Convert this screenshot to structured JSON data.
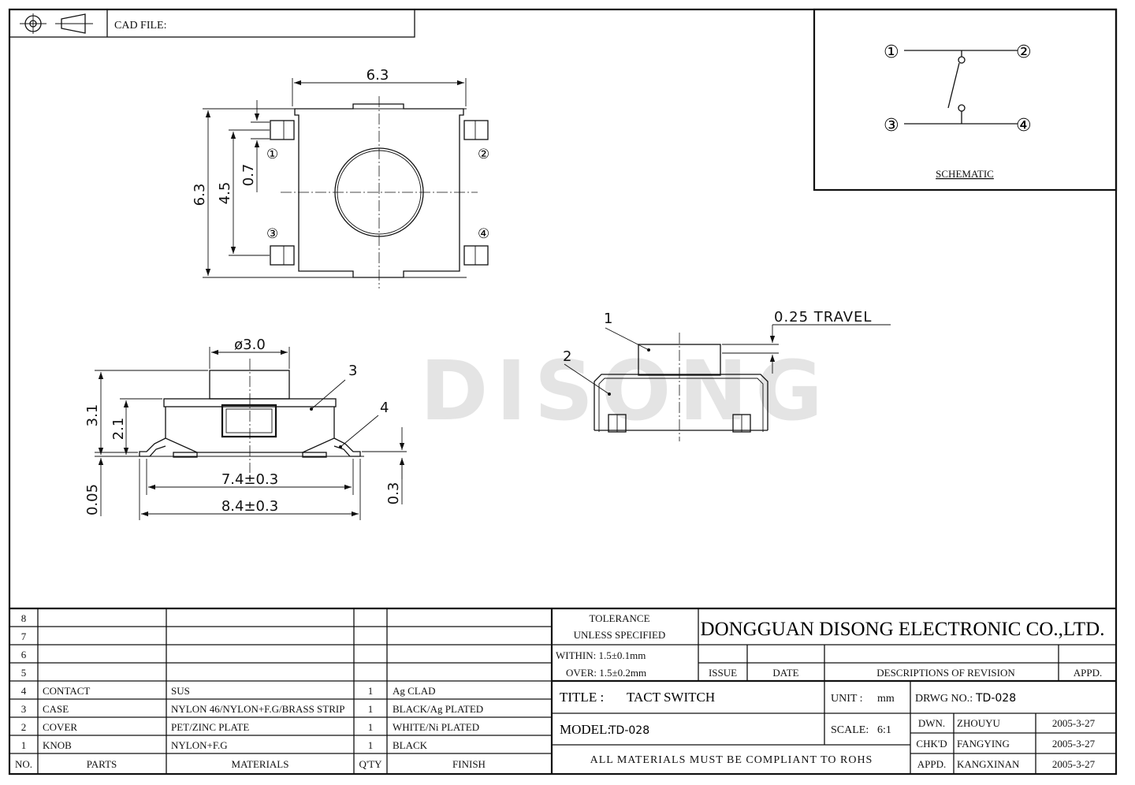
{
  "cad_file_label": "CAD FILE:",
  "watermark": "DISONG",
  "schematic": {
    "title": "SCHEMATIC",
    "pins": [
      "①",
      "②",
      "③",
      "④"
    ]
  },
  "top_view": {
    "dims": {
      "width": "6.3",
      "height": "6.3",
      "pin_pitch": "4.5",
      "pin_width": "0.7"
    },
    "pins": [
      "①",
      "②",
      "③",
      "④"
    ]
  },
  "side_view": {
    "dims": {
      "knob_dia": "ø3.0",
      "height_total": "3.1",
      "height_body": "2.1",
      "lead_span_inner": "7.4±0.3",
      "lead_span_outer": "8.4±0.3",
      "standoff": "0.05",
      "lead_thickness": "0.3"
    },
    "callouts": [
      "3",
      "4"
    ]
  },
  "travel_view": {
    "travel": "0.25 TRAVEL",
    "callouts": [
      "1",
      "2"
    ]
  },
  "tolerance": {
    "line1": "TOLERANCE",
    "line2": "UNLESS  SPECIFIED",
    "within": "WITHIN: 1.5±0.1mm",
    "over": "OVER: 1.5±0.2mm"
  },
  "company": "DONGGUAN DISONG ELECTRONIC CO.,LTD.",
  "revision_headers": {
    "issue": "ISSUE",
    "date": "DATE",
    "desc": "DESCRIPTIONS OF REVISION",
    "appd": "APPD."
  },
  "title_label": "TITLE :",
  "title_value": "TACT SWITCH",
  "model_label": "MODEL:",
  "model_value": "TD-028",
  "unit_label": "UNIT :",
  "unit_value": "mm",
  "scale_label": "SCALE:",
  "scale_value": "6:1",
  "drwg_label": "DRWG NO.:",
  "drwg_value": "TD-028",
  "rohs_note": "ALL MATERIALS MUST BE COMPLIANT TO ROHS",
  "signoff": [
    {
      "role": "DWN.",
      "name": "ZHOUYU",
      "date": "2005-3-27"
    },
    {
      "role": "CHK'D",
      "name": "FANGYING",
      "date": "2005-3-27"
    },
    {
      "role": "APPD.",
      "name": "KANGXINAN",
      "date": "2005-3-27"
    }
  ],
  "bom_headers": {
    "no": "NO.",
    "parts": "PARTS",
    "materials": "MATERIALS",
    "qty": "Q'TY",
    "finish": "FINISH"
  },
  "bom": [
    {
      "no": "8",
      "part": "",
      "material": "",
      "qty": "",
      "finish": ""
    },
    {
      "no": "7",
      "part": "",
      "material": "",
      "qty": "",
      "finish": ""
    },
    {
      "no": "6",
      "part": "",
      "material": "",
      "qty": "",
      "finish": ""
    },
    {
      "no": "5",
      "part": "",
      "material": "",
      "qty": "",
      "finish": ""
    },
    {
      "no": "4",
      "part": "CONTACT",
      "material": "SUS",
      "qty": "1",
      "finish": "Ag CLAD"
    },
    {
      "no": "3",
      "part": "CASE",
      "material": "NYLON 46/NYLON+F.G/BRASS STRIP",
      "qty": "1",
      "finish": "BLACK/Ag PLATED"
    },
    {
      "no": "2",
      "part": "COVER",
      "material": "PET/ZINC PLATE",
      "qty": "1",
      "finish": "WHITE/Ni PLATED"
    },
    {
      "no": "1",
      "part": "KNOB",
      "material": "NYLON+F.G",
      "qty": "1",
      "finish": "BLACK"
    }
  ]
}
